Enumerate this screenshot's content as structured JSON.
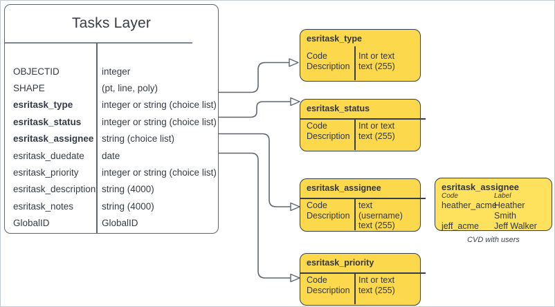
{
  "table": {
    "title": "Tasks Layer",
    "rows": [
      {
        "name": "OBJECTID",
        "type": "integer"
      },
      {
        "name": "SHAPE",
        "type": "(pt, line, poly)"
      },
      {
        "name": "esritask_type",
        "type": "integer or string (choice list)"
      },
      {
        "name": "esritask_status",
        "type": "integer or string (choice list)"
      },
      {
        "name": "esritask_assignee",
        "type": "string (choice list)"
      },
      {
        "name": "esritask_duedate",
        "type": "date"
      },
      {
        "name": "esritask_priority",
        "type": "integer or string (choice list)"
      },
      {
        "name": "esritask_description",
        "type": "string (4000)"
      },
      {
        "name": "esritask_notes",
        "type": "string (4000)"
      },
      {
        "name": "GlobalID",
        "type": "GlobalID"
      }
    ]
  },
  "domains": [
    {
      "title": "esritask_type",
      "fields": [
        "Code",
        "Description"
      ],
      "types": [
        "Int or text",
        "text (255)"
      ]
    },
    {
      "title": "esritask_status",
      "fields": [
        "Code",
        "Description"
      ],
      "types": [
        "Int or text",
        "text (255)"
      ]
    },
    {
      "title": "esritask_assignee",
      "fields": [
        "Code",
        "Description"
      ],
      "types": [
        "text  (username)",
        "text (255)"
      ]
    },
    {
      "title": "esritask_priority",
      "fields": [
        "Code",
        "Description"
      ],
      "types": [
        "Int or text",
        "text (255)"
      ]
    }
  ],
  "cvd": {
    "title": "esritask_assignee",
    "columns": [
      "Code",
      "Label"
    ],
    "rows": [
      {
        "code": "heather_acme",
        "label": "Heather Smith"
      },
      {
        "code": "jeff_acme",
        "label": "Jeff Walker"
      }
    ],
    "more": "....",
    "caption": "CVD with users"
  },
  "colors": {
    "domain_fill": "#fcd84c",
    "cvd_fill": "#fee25e",
    "shape_border": "#333d4b",
    "table_border": "#5b6570",
    "connector": "#5b6570",
    "text": "#343b44",
    "frame": "#c3c9d0"
  }
}
